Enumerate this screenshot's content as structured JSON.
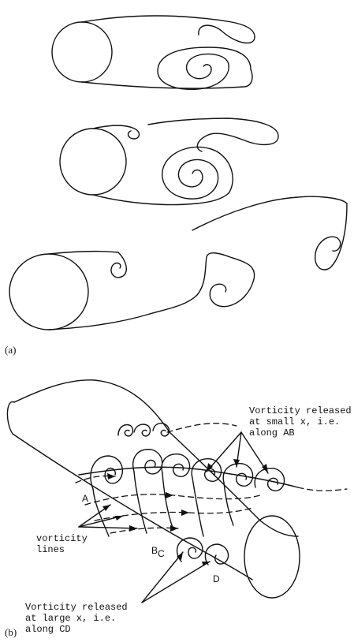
{
  "panel_a": {
    "label": "(a)"
  },
  "panel_b": {
    "label": "(b)",
    "annotation_top": [
      "Vorticity released",
      "at small x, i.e.",
      "along AB"
    ],
    "annotation_bottom": [
      "Vorticity released",
      "at large x, i.e.",
      "along CD"
    ],
    "annotation_left": [
      "vorticity",
      "lines"
    ],
    "points": {
      "A": "A",
      "B": "B",
      "C": "C",
      "D": "D"
    }
  }
}
